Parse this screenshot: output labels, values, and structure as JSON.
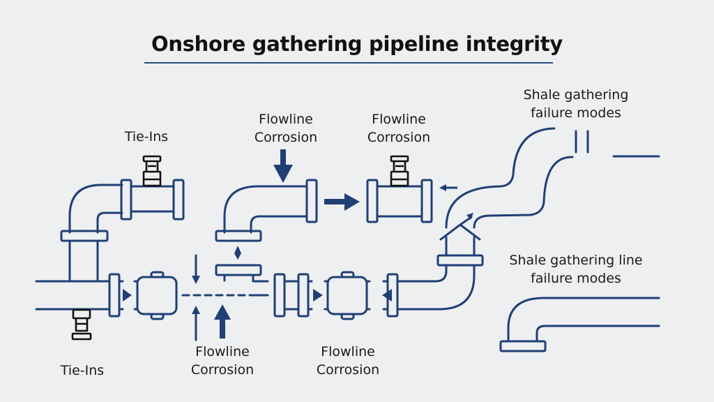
{
  "title": "Onshore gathering pipeline integrity",
  "colors": {
    "background": "#eeeff1",
    "pipe_stroke": "#1f3f75",
    "valve_stroke": "#111111",
    "text": "#1a1a1a"
  },
  "labels": {
    "tie_ins_top": "Tie-Ins",
    "tie_ins_bottom": "Tie-Ins",
    "flowline_corrosion_top_left": [
      "Flowline",
      "Corrosion"
    ],
    "flowline_corrosion_top_right": [
      "Flowline",
      "Corrosion"
    ],
    "flowline_corrosion_bottom_left": [
      "Flowline",
      "Corrosion"
    ],
    "flowline_corrosion_bottom_right": [
      "Flowline",
      "Corrosion"
    ],
    "shale_gathering_failure_modes": [
      "Shale gathering",
      "failure modes"
    ],
    "shale_gathering_line_failure_modes": [
      "Shale gathering line",
      "failure modes"
    ]
  },
  "icons": {
    "valve": "gate-valve-icon",
    "arrow": "flow-arrow-icon",
    "fitting": "pipe-fitting-icon"
  }
}
